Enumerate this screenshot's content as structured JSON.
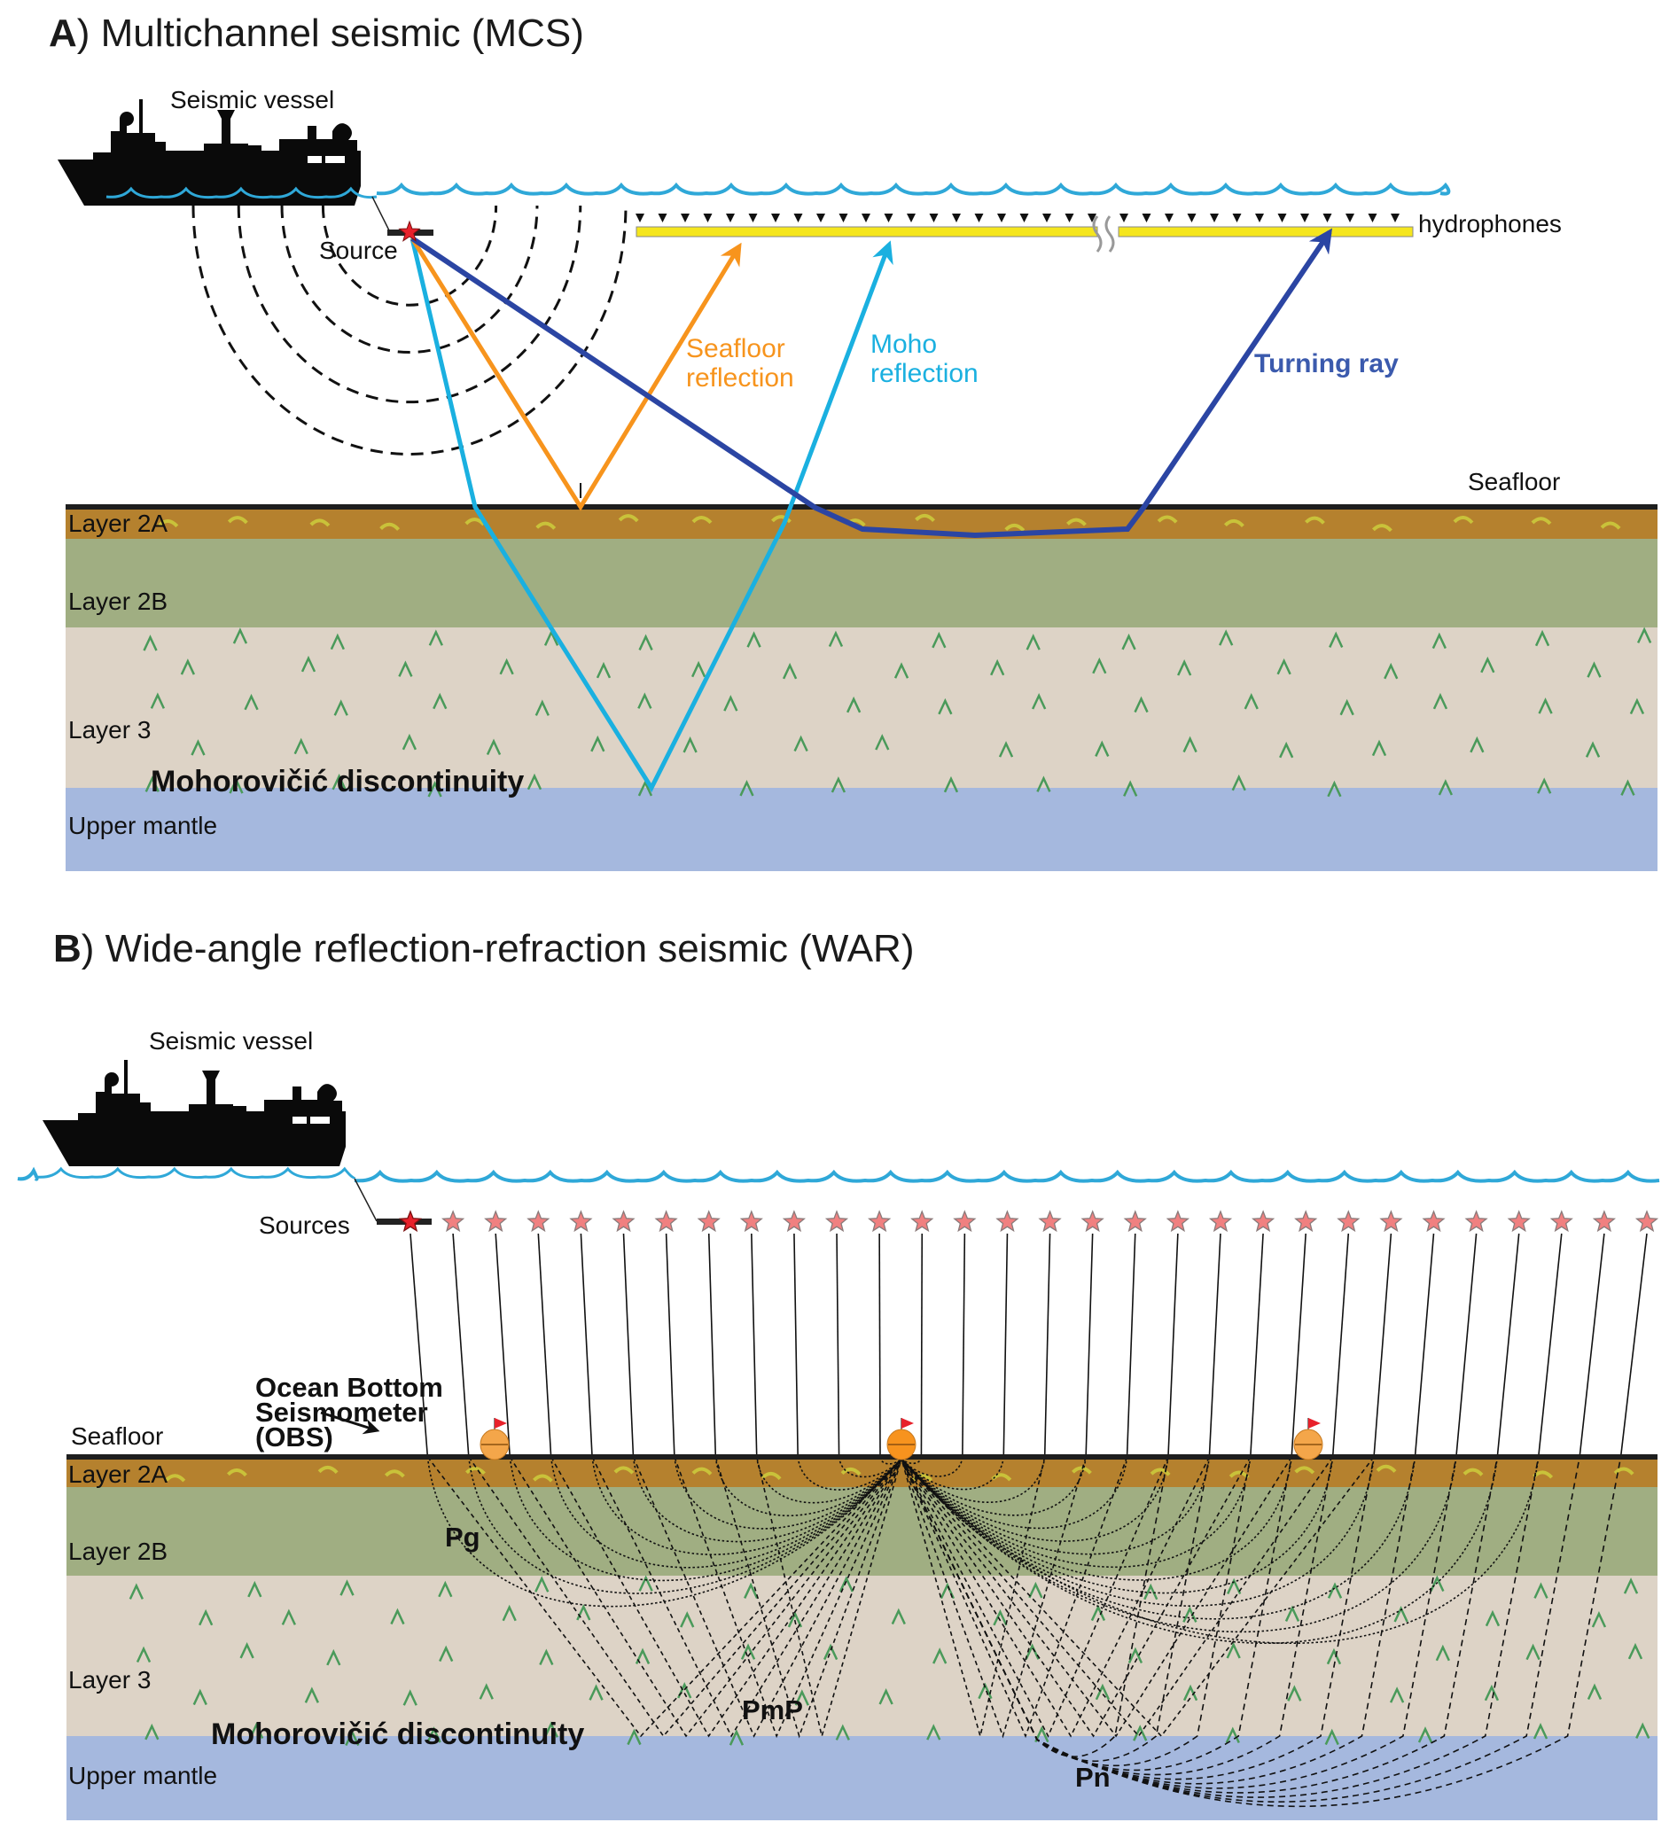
{
  "panel_a": {
    "title_letter": "A",
    "title_rest": ") Multichannel seismic (MCS)",
    "vessel_label": "Seismic vessel",
    "source_label": "Source",
    "hydrophones_label": "hydrophones",
    "seafloor_label": "Seafloor",
    "rays": [
      {
        "name": "seafloor-reflection",
        "label_lines": [
          "Seafloor",
          "reflection"
        ],
        "color": "#f7941d"
      },
      {
        "name": "moho-reflection",
        "label_lines": [
          "Moho",
          "reflection"
        ],
        "color": "#1ab0e0"
      },
      {
        "name": "turning-ray",
        "label_lines": [
          "Turning ray"
        ],
        "color": "#2b45a3"
      }
    ],
    "layers": [
      "Layer 2A",
      "Layer 2B",
      "Layer 3",
      "Upper mantle"
    ],
    "moho_label": "Mohorovičić discontinuity"
  },
  "panel_b": {
    "title_letter": "B",
    "title_rest": ") Wide-angle reflection-refraction seismic (WAR)",
    "vessel_label": "Seismic vessel",
    "sources_label": "Sources",
    "source_count": 30,
    "obs_label_lines": [
      "Ocean Bottom",
      "Seismometer",
      "(OBS)"
    ],
    "obs_count": 3,
    "seafloor_label": "Seafloor",
    "layers": [
      "Layer 2A",
      "Layer 2B",
      "Layer 3",
      "Upper mantle"
    ],
    "moho_label": "Mohorovičić discontinuity",
    "phase_labels": [
      "Pg",
      "PmP",
      "Pn"
    ]
  },
  "colors": {
    "layer_2a": "#b5812e",
    "layer_2b": "#a0ae82",
    "layer_3": "#ddd3c6",
    "mantle": "#a5b8de",
    "water": "#2fa8d8",
    "streamer": "#f5e61e",
    "source_active": "#e8212b",
    "source_star": "#f08080",
    "obs": "#f4a64a",
    "obs_active": "#f7931e",
    "flag": "#e8212b",
    "basalt_mark": "#c9c23a",
    "gabbro_mark": "#4a9a5a"
  }
}
